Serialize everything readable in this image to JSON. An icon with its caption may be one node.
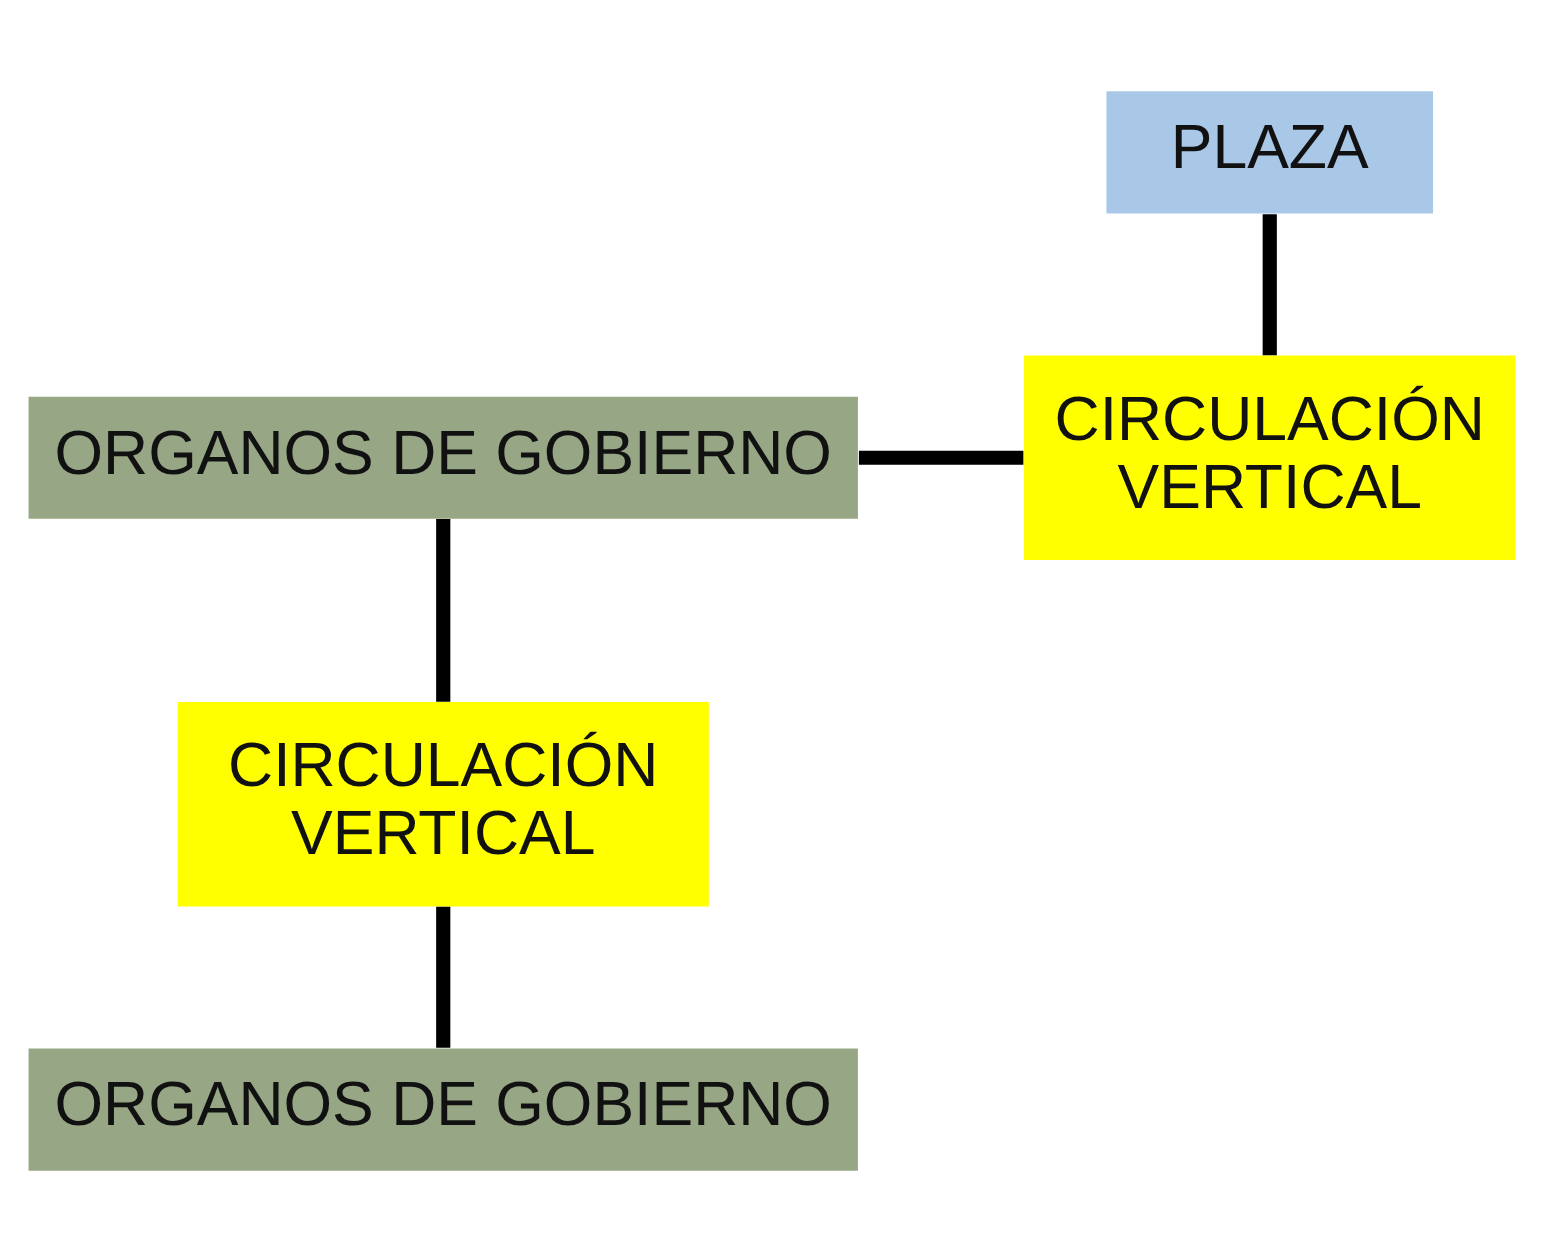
{
  "diagram": {
    "nodes": [
      {
        "text": [
          "PLAZA"
        ]
      },
      {
        "text": [
          "ORGANOS DE GOBIERNO"
        ]
      },
      {
        "text": [
          "CIRCULACIÓN VERTICAL"
        ]
      },
      {
        "text": [
          "CIRCULACIÓN VERTICAL"
        ]
      },
      {
        "text": [
          "ORGANOS DE GOBIERNO"
        ]
      }
    ],
    "edges": [
      {
        "from": 0,
        "to": 2,
        "arrow": "none"
      },
      {
        "from": 1,
        "to": 2,
        "arrow": "none"
      },
      {
        "from": 1,
        "to": 3,
        "arrow": "none"
      },
      {
        "from": 3,
        "to": 4,
        "arrow": "none"
      }
    ]
  }
}
